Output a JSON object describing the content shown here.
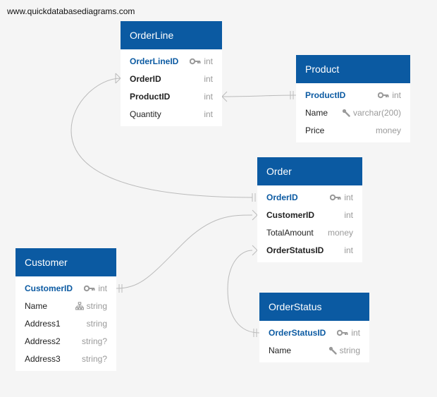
{
  "watermark": "www.quickdatabasediagrams.com",
  "tables": [
    {
      "id": "orderline",
      "name": "OrderLine",
      "fields": [
        {
          "name": "OrderLineID",
          "type": "int",
          "key": "pk",
          "icon": "key-icon"
        },
        {
          "name": "OrderID",
          "type": "int",
          "key": "fk",
          "icon": ""
        },
        {
          "name": "ProductID",
          "type": "int",
          "key": "fk",
          "icon": ""
        },
        {
          "name": "Quantity",
          "type": "int",
          "key": "",
          "icon": ""
        }
      ]
    },
    {
      "id": "product",
      "name": "Product",
      "fields": [
        {
          "name": "ProductID",
          "type": "int",
          "key": "pk",
          "icon": "key-icon"
        },
        {
          "name": "Name",
          "type": "varchar(200)",
          "key": "",
          "icon": "wrench-icon"
        },
        {
          "name": "Price",
          "type": "money",
          "key": "",
          "icon": ""
        }
      ]
    },
    {
      "id": "order",
      "name": "Order",
      "fields": [
        {
          "name": "OrderID",
          "type": "int",
          "key": "pk",
          "icon": "key-icon"
        },
        {
          "name": "CustomerID",
          "type": "int",
          "key": "fk",
          "icon": ""
        },
        {
          "name": "TotalAmount",
          "type": "money",
          "key": "",
          "icon": ""
        },
        {
          "name": "OrderStatusID",
          "type": "int",
          "key": "fk",
          "icon": ""
        }
      ]
    },
    {
      "id": "customer",
      "name": "Customer",
      "fields": [
        {
          "name": "CustomerID",
          "type": "int",
          "key": "pk",
          "icon": "key-icon"
        },
        {
          "name": "Name",
          "type": "string",
          "key": "",
          "icon": "hierarchy-icon"
        },
        {
          "name": "Address1",
          "type": "string",
          "key": "",
          "icon": ""
        },
        {
          "name": "Address2",
          "type": "string?",
          "key": "",
          "icon": ""
        },
        {
          "name": "Address3",
          "type": "string?",
          "key": "",
          "icon": ""
        }
      ]
    },
    {
      "id": "orderstatus",
      "name": "OrderStatus",
      "fields": [
        {
          "name": "OrderStatusID",
          "type": "int",
          "key": "pk",
          "icon": "key-icon"
        },
        {
          "name": "Name",
          "type": "string",
          "key": "",
          "icon": "wrench-icon"
        }
      ]
    }
  ],
  "colors": {
    "header": "#0b5aa2",
    "primary_key_text": "#0b5aa2",
    "type_text": "#9a9a9a",
    "link": "#bbbbbb",
    "background": "#f5f5f5"
  }
}
